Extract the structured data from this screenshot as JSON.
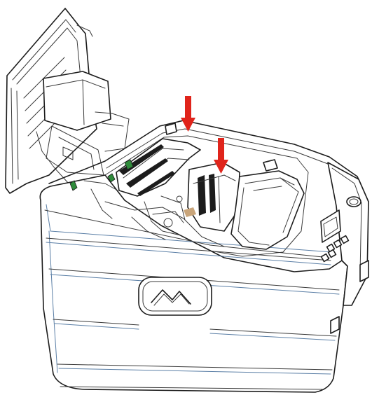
{
  "diagram": {
    "subject": "card-printer-open-lid",
    "accent_color": "#e0241b",
    "line_color": "#1c1c1c",
    "highlight_color": "#2e8b3a",
    "arrows": [
      {
        "name": "ribbon-arrow-left"
      },
      {
        "name": "ribbon-arrow-right"
      }
    ],
    "logo_icon": "brand-logo-icon"
  }
}
